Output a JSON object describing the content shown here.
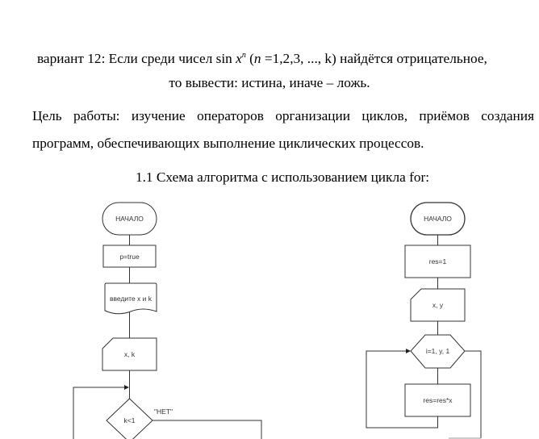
{
  "text": {
    "variant_prefix": "вариант 12: Если среди чисел  sin ",
    "variant_var_x": "x",
    "variant_sup_n": "n",
    "variant_open": " (",
    "variant_var_n": "n",
    "variant_rest": " =1,2,3, ..., k) найдётся отрицательное,",
    "variant_line2": "то вывести: истина, иначе – ложь.",
    "goal_line1": "Цель работы: изучение операторов организации циклов, приёмов создания",
    "goal_line2": "программ, обеспечивающих выполнение циклических процессов.",
    "section_heading": "1.1 Схема алгоритма с использованием цикла for:"
  },
  "flowchart_left": {
    "start": "НАЧАЛО",
    "init": "p=true",
    "prompt": "введите x и k",
    "input": "x, k",
    "condition": "k<1",
    "no_label": "\"НЕТ\""
  },
  "flowchart_right": {
    "start": "НАЧАЛО",
    "init": "res=1",
    "input": "x, y",
    "loop": "i=1, y, 1",
    "body": "res=res*x"
  }
}
